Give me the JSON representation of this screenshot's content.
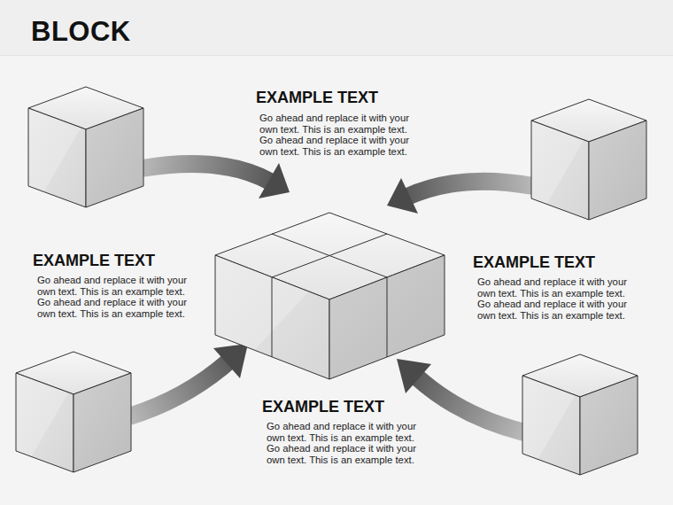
{
  "diagram": {
    "title": "BLOCK",
    "labels": [
      "EXAMPLE TEXT",
      "Go ahead and replace it with your own text. This is an example text. Go ahead and replace it with your own text. This is an example text.",
      "EXAMPLE TEXT",
      "Go ahead and replace it with your own text. This is an example text. Go ahead and replace it with your own text. This is an example text.",
      "EXAMPLE TEXT",
      "Go ahead and replace it with your own text. This is an example text. Go ahead and replace it with your own text. This is an example text.",
      "EXAMPLE TEXT",
      "Go ahead and replace it with your own text. This is an example text. Go ahead and replace it with your own text. This is an example text."
    ]
  }
}
